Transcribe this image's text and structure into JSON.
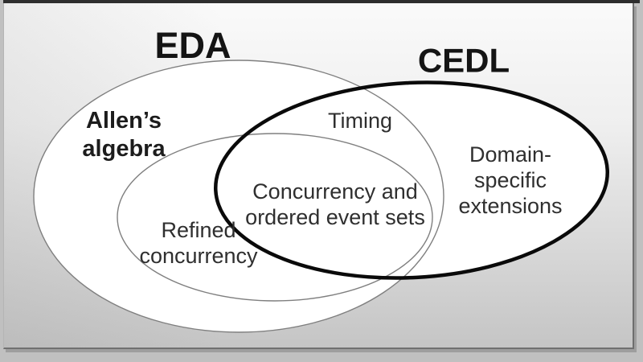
{
  "diagram": {
    "eda_title": "EDA",
    "cedl_title": "CEDL",
    "allens_algebra": "Allen’s\nalgebra",
    "timing": "Timing",
    "concurrency": "Concurrency and\nordered event sets",
    "refined_concurrency": "Refined\nconcurrency",
    "domain_specific": "Domain-specific\nextensions"
  },
  "colors": {
    "thin_ellipse_stroke": "#7f7f7f",
    "thick_ellipse_stroke": "#0a0a0a",
    "ellipse_fill": "#ffffff"
  }
}
